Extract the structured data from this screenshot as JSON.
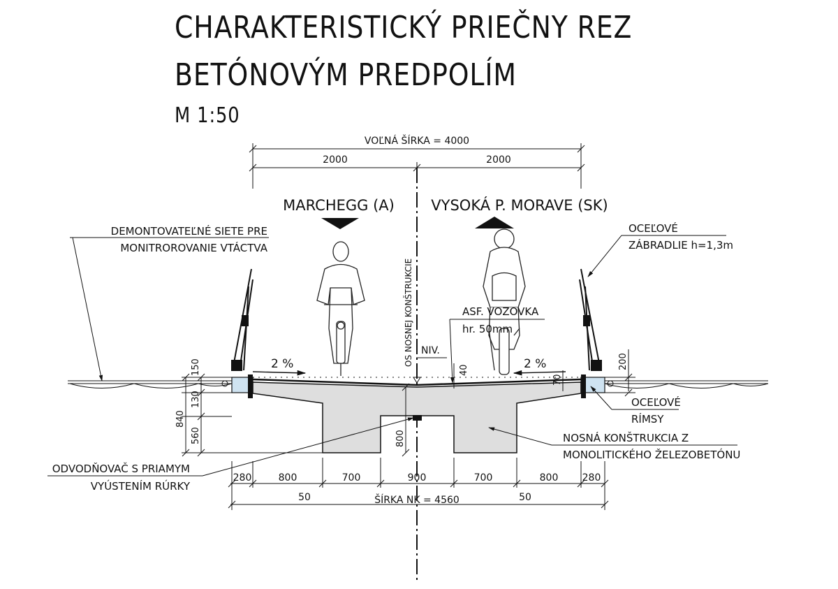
{
  "title": {
    "line1": "CHARAKTERISTICKÝ PRIEČNY REZ",
    "line2": "BETÓNOVÝM PREDPOLÍM",
    "scale": "M 1:50"
  },
  "dimensions": {
    "clear_width": "VOĽNÁ ŠÍRKA = 4000",
    "half_left": "2000",
    "half_right": "2000",
    "bottom_segments": [
      "280",
      "800",
      "700",
      "900",
      "700",
      "800",
      "280"
    ],
    "overhang_left": "50",
    "overhang_right": "50",
    "deck_width": "ŠÍRKA NK = 4560",
    "height_total": "840",
    "height_cornice": "150",
    "height_130": "130",
    "height_560": "560",
    "height_800": "800",
    "height_40": "40",
    "height_70": "70",
    "height_200": "200"
  },
  "directions": {
    "left": "MARCHEGG (A)",
    "right": "VYSOKÁ P. MORAVE (SK)"
  },
  "slopes": {
    "left": "2 %",
    "right": "2 %"
  },
  "axis_label": "OS NOSNEJ KONŠTRUKCIE",
  "niv_label": "NIV.",
  "labels": {
    "nets_line1": "DEMONTOVATEĽNÉ SIETE PRE",
    "nets_line2": "MONITROROVANIE VTÁCTVA",
    "railing_line1": "OCEĽOVÉ",
    "railing_line2": "ZÁBRADLIE h=1,3m",
    "asphalt_line1": "ASF. VOZOVKA",
    "asphalt_line2": "hr. 50mm",
    "cornice_line1": "OCEĽOVÉ",
    "cornice_line2": "RÍMSY",
    "structure_line1": "NOSNÁ KONŠTRUKCIA Z",
    "structure_line2": "MONOLITICKÉHO ŽELEZOBETÓNU",
    "drain_line1": "ODVODŇOVAČ S PRIAMYM",
    "drain_line2": "VYÚSTENÍM RÚRKY"
  }
}
